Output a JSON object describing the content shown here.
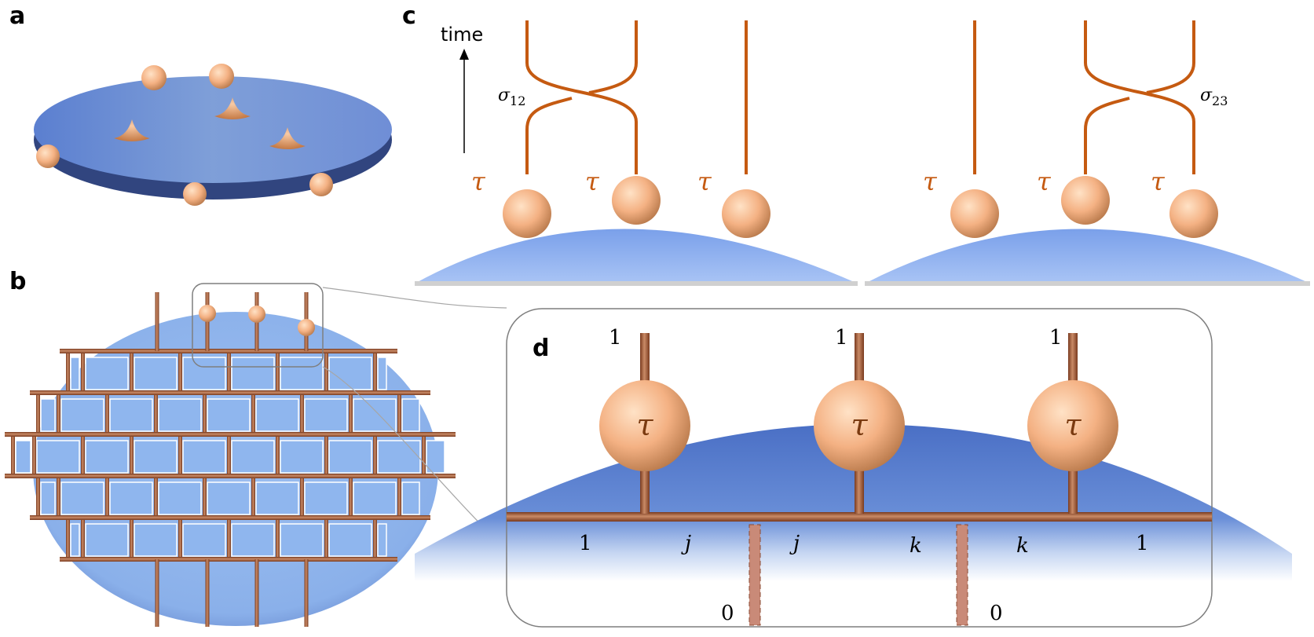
{
  "panels": {
    "a": {
      "label": "a"
    },
    "b": {
      "label": "b"
    },
    "c": {
      "label": "c",
      "time_label": "time",
      "tau": "τ",
      "sigma12": {
        "base": "σ",
        "sub": "12"
      },
      "sigma23": {
        "base": "σ",
        "sub": "23"
      }
    },
    "d": {
      "label": "d",
      "tau": "τ",
      "top_labels": [
        "1",
        "1",
        "1"
      ],
      "edge_labels": [
        "1",
        "j",
        "j",
        "k",
        "k",
        "1"
      ],
      "bottom_labels": [
        "0",
        "0"
      ]
    }
  },
  "colors": {
    "disk_blue": "#7f9fd8",
    "anyon_orange": "#f4b183",
    "strand_orange": "#c55a11",
    "wire_copper": "#a0522d"
  }
}
